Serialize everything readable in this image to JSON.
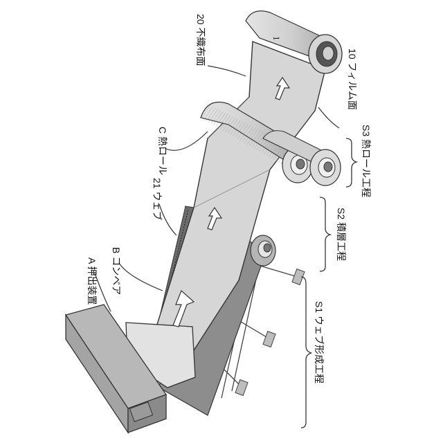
{
  "labels": {
    "extruder": "A 押出装置",
    "conveyor": "B コンベア",
    "heat_roll": "C 熱ロール",
    "web": "21 ウェブ",
    "nonwoven_face": "20 不織布面",
    "film_face": "10 フィルム面",
    "roll_number": "1"
  },
  "steps": {
    "s1": "S1 ウェブ形成工程",
    "s2": "S2 積層工程",
    "s3": "S3 熱ロール工程"
  }
}
